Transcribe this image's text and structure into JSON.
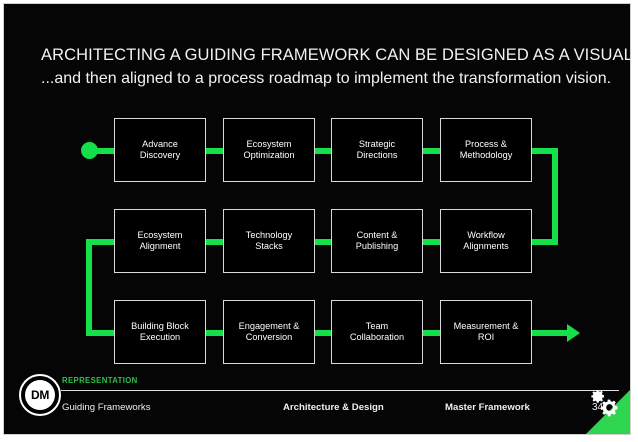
{
  "slide": {
    "background_color": "#050505",
    "accent_color": "#14e04a",
    "border_color": "#cfcfcf"
  },
  "title": {
    "line1": "ARCHITECTING A GUIDING FRAMEWORK CAN BE DESIGNED AS A VISUAL FLOW",
    "line2": "...and then aligned to a process roadmap to implement the transformation vision."
  },
  "diagram": {
    "type": "serpentine-process-flow",
    "rows": [
      {
        "direction": "left-to-right",
        "nodes": [
          {
            "line1": "Advance",
            "line2": "Discovery"
          },
          {
            "line1": "Ecosystem",
            "line2": "Optimization"
          },
          {
            "line1": "Strategic",
            "line2": "Directions"
          },
          {
            "line1": "Process &",
            "line2": "Methodology"
          }
        ]
      },
      {
        "direction": "left-to-right",
        "nodes": [
          {
            "line1": "Ecosystem",
            "line2": "Alignment"
          },
          {
            "line1": "Technology",
            "line2": "Stacks"
          },
          {
            "line1": "Content &",
            "line2": "Publishing"
          },
          {
            "line1": "Workflow",
            "line2": "Alignments"
          }
        ]
      },
      {
        "direction": "left-to-right",
        "nodes": [
          {
            "line1": "Building Block",
            "line2": "Execution"
          },
          {
            "line1": "Engagement &",
            "line2": "Conversion"
          },
          {
            "line1": "Team",
            "line2": "Collaboration"
          },
          {
            "line1": "Measurement &",
            "line2": "ROI"
          }
        ]
      }
    ]
  },
  "footer": {
    "logo_text": "DM",
    "representation_label": "REPRESENTATION",
    "left": "Guiding Frameworks",
    "center": "Architecture & Design",
    "right": "Master Framework",
    "page_number": "34",
    "corner_color": "#2fd44f"
  }
}
